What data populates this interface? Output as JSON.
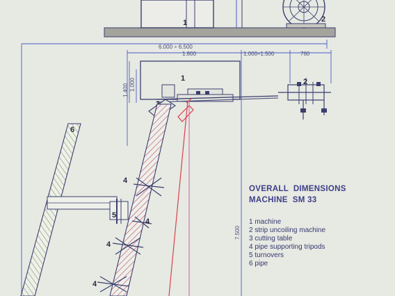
{
  "legend": {
    "title_line1": "OVERALL  DIMENSIONS",
    "title_line2": "MACHINE  SM 33",
    "items": [
      "1 machine",
      "2 strip uncoiling machine",
      "3 cutting table",
      "4 pipe supporting tripods",
      "5 turnovers",
      "6 pipe"
    ]
  },
  "dimensions": {
    "overall_width": "6.000  ÷  6.500",
    "machine_width": "1.800",
    "gap_width": "1.000÷1.500",
    "uncoiler_width": "760",
    "height_outer": "1.400",
    "height_inner": "1.000",
    "total_length": "7.500"
  },
  "callouts": {
    "c1_top": "1",
    "c2_top": "2",
    "c1": "1",
    "c2": "2",
    "c3": "3",
    "c4a": "4",
    "c4b": "4",
    "c4c": "4",
    "c4d": "4",
    "c5": "5",
    "c6": "6"
  },
  "colors": {
    "paper": "#e7e9e3",
    "line": "#3b3f6e",
    "blue_dim": "#4a5cc8",
    "red_strip": "#d8404a",
    "magenta": "#d060a0",
    "legend_text": "#3d3f86"
  }
}
